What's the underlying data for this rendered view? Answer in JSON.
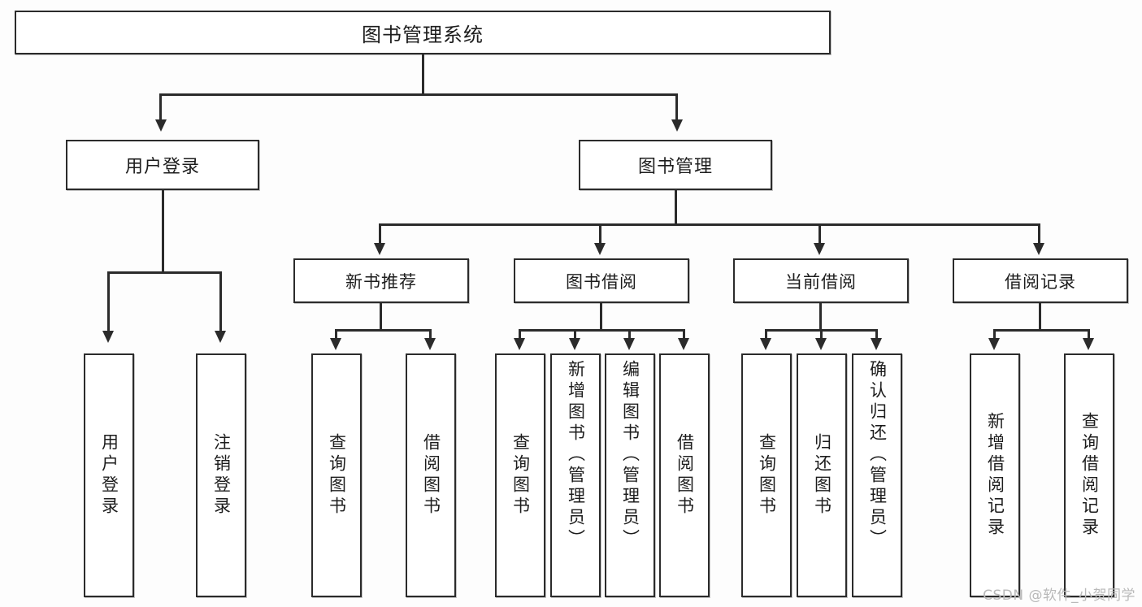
{
  "diagram": {
    "title": "图书管理系统",
    "type": "tree",
    "root": {
      "label": "图书管理系统"
    },
    "level1": [
      {
        "label": "用户登录"
      },
      {
        "label": "图书管理"
      }
    ],
    "level2": [
      {
        "label": "新书推荐"
      },
      {
        "label": "图书借阅"
      },
      {
        "label": "当前借阅"
      },
      {
        "label": "借阅记录"
      }
    ],
    "leaves": {
      "user_login": [
        {
          "label": "用户登录"
        },
        {
          "label": "注销登录"
        }
      ],
      "new_book_recommend": [
        {
          "label": "查询图书"
        },
        {
          "label": "借阅图书"
        }
      ],
      "book_borrow": [
        {
          "label": "查询图书"
        },
        {
          "label": "新增图书（管理员）"
        },
        {
          "label": "编辑图书（管理员）"
        },
        {
          "label": "借阅图书"
        }
      ],
      "current_borrow": [
        {
          "label": "查询图书"
        },
        {
          "label": "归还图书"
        },
        {
          "label": "确认归还（管理员）"
        }
      ],
      "borrow_record": [
        {
          "label": "新增借阅记录"
        },
        {
          "label": "查询借阅记录"
        }
      ]
    }
  },
  "watermark": {
    "text": "CSDN @软件_小贺同学"
  },
  "colors": {
    "border": "#2b2b2b",
    "background": "#fdfdfd",
    "text": "#1d1d1d",
    "watermark": "#b9b9b9"
  }
}
